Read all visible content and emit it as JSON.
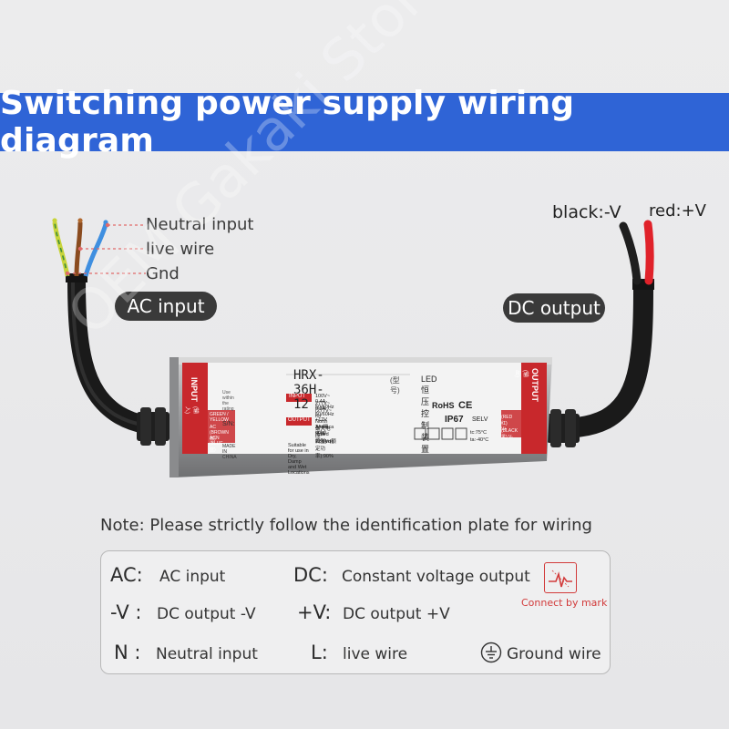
{
  "title": "Switching power supply wiring diagram",
  "watermark": "OEM Gakaki Store",
  "ac_side": {
    "pill_label": "AC input",
    "wires": [
      {
        "label": "Neutral input",
        "color": "#3f8fe0"
      },
      {
        "label": "live wire",
        "color": "#8a4b1f"
      },
      {
        "label": "Gnd",
        "color": "#c8d43a"
      }
    ]
  },
  "dc_side": {
    "pill_label": "DC output",
    "negative_label": "black:-V",
    "positive_label": "red:+V",
    "negative_color": "#1e1e1e",
    "positive_color": "#e0222a"
  },
  "device": {
    "model": "HRX-36H-12",
    "model_suffix": "(型号)",
    "product_line": "LED恒压控制装置",
    "input_tab": "INPUT",
    "input_tab_sub": "(输入)",
    "output_tab": "OUTPUT",
    "output_tab_sub": "(输出)",
    "left_wires": [
      "GREEN / YELLOW",
      "AC (BROWN 棕)",
      "ACN (BLUE 蓝)"
    ],
    "right_wires": [
      "(RED 红) V+",
      "(BLACK 黑) V-"
    ],
    "caution": "Use within the rating ...",
    "sn_label": "S/N:",
    "made_in": "MADE IN CHINA",
    "input_badge": "INPUT",
    "output_badge": "OUTPUT",
    "specs": [
      "100V~  0.4A  50/60Hz",
      "277V~  0.2A  50/60Hz",
      "(277V~ for North America only)",
      "+12V   3A(恒压恒流型)",
      "最大电压  12.5Vdc",
      "Rated Power(额定功率):90%"
    ],
    "certs": [
      "RoHS",
      "CE",
      "IP67",
      "SELV"
    ],
    "temp_text": [
      "tc:75°C",
      "ta:-40°C"
    ],
    "location_text": "Suitable for use in Dry, Damp and Wet Locations"
  },
  "note": "Note: Please strictly follow the identification plate for wiring",
  "legend": {
    "items": [
      {
        "key": "AC:",
        "value": "AC input"
      },
      {
        "key": "DC:",
        "value": "Constant voltage output"
      },
      {
        "key": "-V :",
        "value": "DC output  -V"
      },
      {
        "key": "+V:",
        "value": "DC output +V"
      },
      {
        "key": "N :",
        "value": "Neutral input"
      },
      {
        "key": "L:",
        "value": "live wire"
      }
    ],
    "connect_by_mark": "Connect by mark",
    "ground_wire": "Ground wire"
  },
  "colors": {
    "band": "#2f64d6",
    "device_red": "#c8282c",
    "mark_red": "#d23b3b"
  }
}
